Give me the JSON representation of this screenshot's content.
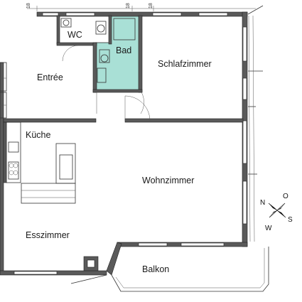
{
  "rooms": {
    "wc": "WC",
    "bad": "Bad",
    "entree": "Entrée",
    "schlafzimmer": "Schlafzimmer",
    "kueche": "Küche",
    "wohnzimmer": "Wohnzimmer",
    "esszimmer": "Esszimmer",
    "balkon": "Balkon"
  },
  "compass": {
    "north": "N",
    "east": "O",
    "south": "S",
    "west": "W"
  },
  "dimensions": {
    "top_left": "18",
    "top_mid": "18",
    "top_right": "18"
  },
  "colors": {
    "bath_fill": "#a9e0d6",
    "wall": "#5a5a5a",
    "background": "#ffffff"
  }
}
